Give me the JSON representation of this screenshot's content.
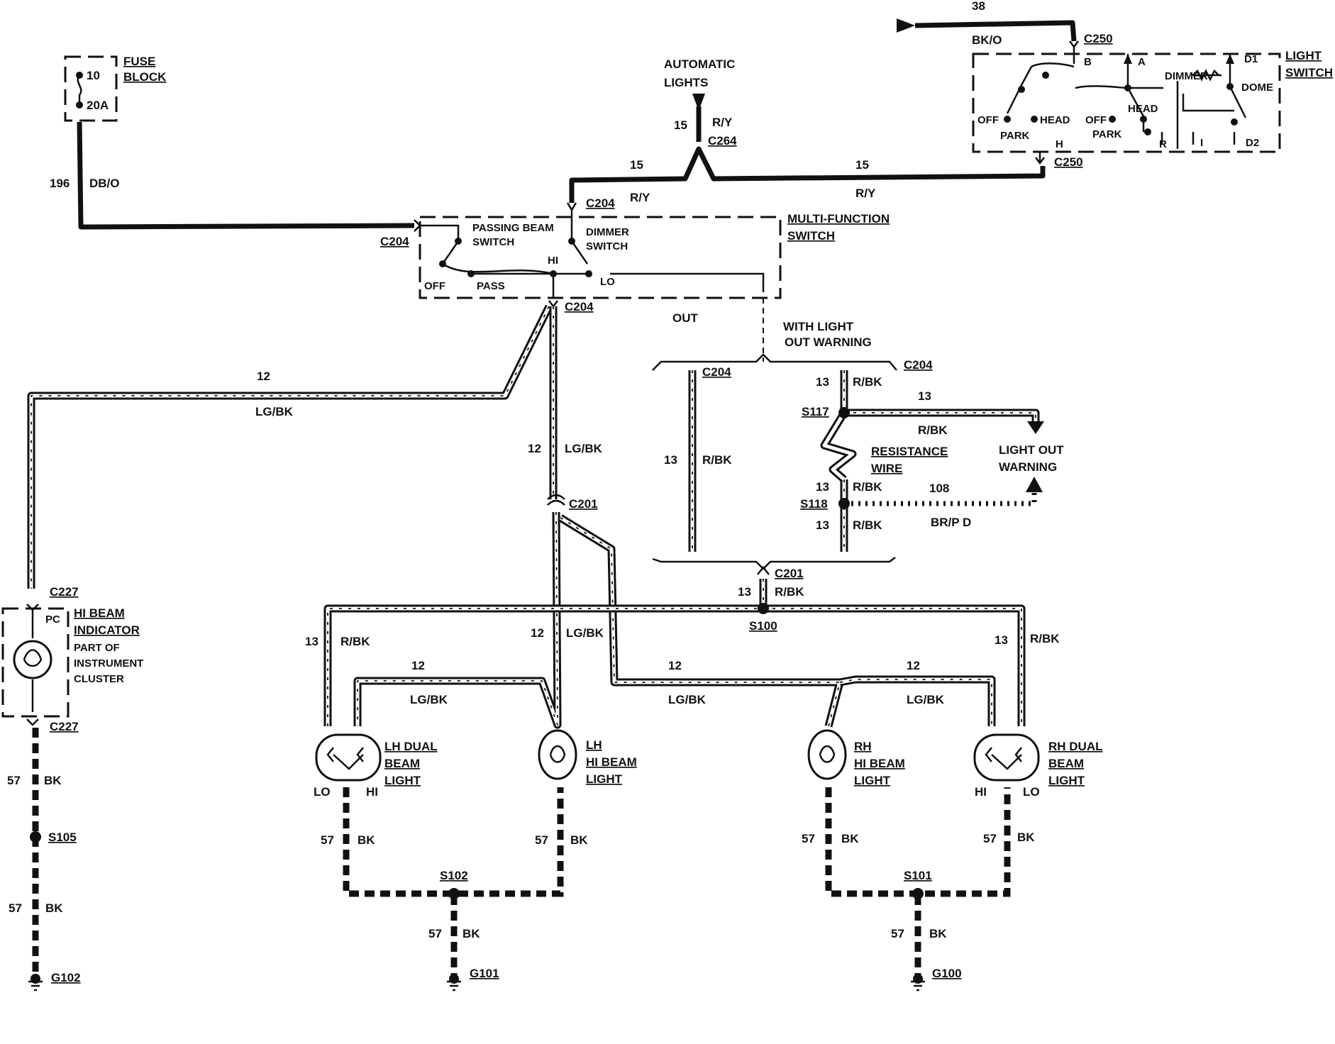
{
  "top_wire": {
    "circuit": "38",
    "color": "BK/O"
  },
  "fuse_block": {
    "title_1": "FUSE",
    "title_2": "BLOCK",
    "fuse_10": "10",
    "fuse_20": "20A",
    "circuit": "196",
    "color": "DB/O"
  },
  "automatic_lights": {
    "line1": "AUTOMATIC",
    "line2": "LIGHTS",
    "circuit": "15",
    "color": "R/Y",
    "connector": "C264"
  },
  "light_switch": {
    "title_1": "LIGHT",
    "title_2": "SWITCH",
    "connector_top": "C250",
    "connector_bottom": "C250",
    "terminals": {
      "b": "B",
      "a": "A",
      "d1": "D1",
      "h": "H",
      "r": "R",
      "i": "I",
      "d2": "D2"
    },
    "positions": {
      "off1": "OFF",
      "park1": "PARK",
      "head1": "HEAD",
      "off2": "OFF",
      "head2": "HEAD",
      "park2": "PARK",
      "dimmer": "DIMMER",
      "dome": "DOME"
    }
  },
  "wire_15": {
    "circuit": "15",
    "color": "R/Y"
  },
  "multi_function": {
    "title_1": "MULTI-FUNCTION",
    "title_2": "SWITCH",
    "passing_1": "PASSING BEAM",
    "passing_2": "SWITCH",
    "dimmer_1": "DIMMER",
    "dimmer_2": "SWITCH",
    "off": "OFF",
    "pass": "PASS",
    "hi": "HI",
    "lo": "LO",
    "c204_top": "C204",
    "c204_left": "C204",
    "c204_bottom": "C204"
  },
  "out": "OUT",
  "light_out_option": {
    "line1": "WITH LIGHT",
    "line2": "OUT WARNING",
    "c204_a": "C204",
    "c204_b": "C204"
  },
  "wire_12": {
    "circuit": "12",
    "color": "LG/BK"
  },
  "wire_13": {
    "circuit": "13",
    "color": "R/BK"
  },
  "splices": {
    "s117": "S117",
    "s118": "S118",
    "s100": "S100",
    "s105": "S105",
    "s102": "S102",
    "s101": "S101"
  },
  "resistance": {
    "line1": "RESISTANCE",
    "line2": "WIRE"
  },
  "light_out_warning": {
    "line1": "LIGHT OUT",
    "line2": "WARNING"
  },
  "wire_108": {
    "circuit": "108",
    "color": "BR/P D"
  },
  "c201": "C201",
  "c201b": "C201",
  "hi_beam_indicator": {
    "connector_top": "C227",
    "connector_bottom": "C227",
    "pc": "PC",
    "title_1": "HI BEAM",
    "title_2": "INDICATOR",
    "sub_1": "PART OF",
    "sub_2": "INSTRUMENT",
    "sub_3": "CLUSTER"
  },
  "lamps": {
    "lh_dual": {
      "l1": "LH DUAL",
      "l2": "BEAM",
      "l3": "LIGHT",
      "lo": "LO",
      "hi": "HI"
    },
    "lh_hi": {
      "l1": "LH",
      "l2": "HI BEAM",
      "l3": "LIGHT"
    },
    "rh_hi": {
      "l1": "RH",
      "l2": "HI BEAM",
      "l3": "LIGHT"
    },
    "rh_dual": {
      "l1": "RH DUAL",
      "l2": "BEAM",
      "l3": "LIGHT",
      "hi": "HI",
      "lo": "LO"
    }
  },
  "wire_57": {
    "circuit": "57",
    "color": "BK"
  },
  "grounds": {
    "g102": "G102",
    "g101": "G101",
    "g100": "G100"
  }
}
